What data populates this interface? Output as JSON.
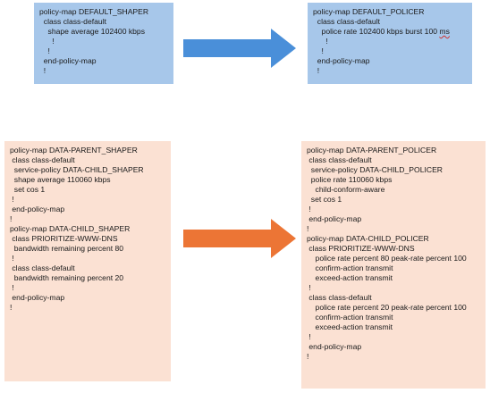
{
  "colors": {
    "blue_box": "#a7c7ea",
    "peach_box": "#fbe1d3",
    "blue_arrow": "#4a8fd9",
    "orange_arrow": "#ec7535"
  },
  "top_left": {
    "lines": [
      "policy-map DEFAULT_SHAPER",
      "  class class-default",
      "    shape average 102400 kbps",
      "      !",
      "    !",
      "  end-policy-map",
      "  !"
    ]
  },
  "top_right": {
    "lines": [
      "policy-map DEFAULT_POLICER",
      "  class class-default",
      "    police rate 102400 kbps burst 100 ",
      "      !",
      "    !",
      "  end-policy-map",
      "  !"
    ],
    "burst_unit": "ms"
  },
  "bottom_left": {
    "lines": [
      "policy-map DATA-PARENT_SHAPER",
      " class class-default",
      "  service-policy DATA-CHILD_SHAPER",
      "  shape average 110060 kbps",
      "  set cos 1",
      " !",
      " end-policy-map",
      "!",
      "policy-map DATA-CHILD_SHAPER",
      " class PRIORITIZE-WWW-DNS",
      "  bandwidth remaining percent 80",
      " !",
      " class class-default",
      "  bandwidth remaining percent 20",
      " !",
      " end-policy-map",
      "!"
    ]
  },
  "bottom_right": {
    "lines": [
      "policy-map DATA-PARENT_POLICER",
      " class class-default",
      "  service-policy DATA-CHILD_POLICER",
      "  police rate 110060 kbps",
      "    child-conform-aware",
      "  set cos 1",
      " !",
      " end-policy-map",
      "!",
      "policy-map DATA-CHILD_POLICER",
      " class PRIORITIZE-WWW-DNS",
      "    police rate percent 80 peak-rate percent 100",
      "    confirm-action transmit",
      "    exceed-action transmit",
      " !",
      " class class-default",
      "    police rate percent 20 peak-rate percent 100",
      "    confirm-action transmit",
      "    exceed-action transmit",
      " !",
      " end-policy-map",
      "!"
    ]
  }
}
